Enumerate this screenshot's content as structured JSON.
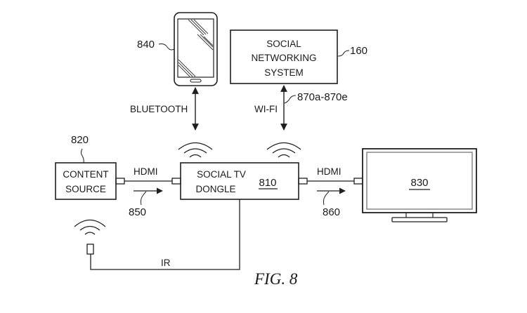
{
  "figure": {
    "caption": "FIG. 8",
    "colors": {
      "ink": "#1f1f1f",
      "background": "#ffffff"
    }
  },
  "nodes": {
    "phone": {
      "ref": "840",
      "icon": "smartphone-icon"
    },
    "social_networking_system": {
      "ref": "160",
      "lines": [
        "SOCIAL",
        "NETWORKING",
        "SYSTEM"
      ]
    },
    "content_source": {
      "ref": "820",
      "lines": [
        "CONTENT",
        "SOURCE"
      ]
    },
    "dongle": {
      "ref": "810",
      "lines": [
        "SOCIAL TV",
        "DONGLE"
      ]
    },
    "tv": {
      "ref": "830",
      "icon": "television-icon"
    },
    "ir_emitter": {
      "icon": "ir-emitter-icon"
    }
  },
  "links": {
    "bluetooth": {
      "label": "BLUETOOTH"
    },
    "wifi": {
      "label": "WI-FI",
      "ref": "870a-870e"
    },
    "hdmi_in": {
      "label": "HDMI",
      "ref": "850"
    },
    "hdmi_out": {
      "label": "HDMI",
      "ref": "860"
    },
    "ir": {
      "label": "IR"
    }
  }
}
